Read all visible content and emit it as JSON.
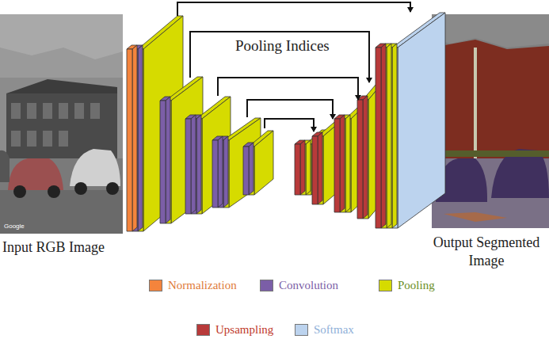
{
  "diagram": {
    "labels": [
      "Pooling Indices",
      "Input RGB Image",
      "Output Segmented Image",
      "Google"
    ],
    "legend": [
      {
        "text": "Normalization",
        "color": "#f4843c"
      },
      {
        "text": "Convolution",
        "color": "#7b5ea7"
      },
      {
        "text": "Pooling",
        "color": "#d6db00"
      },
      {
        "text": "Upsampling",
        "color": "#b83a3a"
      },
      {
        "text": "Softmax",
        "color": "#bcd3ee"
      }
    ]
  }
}
